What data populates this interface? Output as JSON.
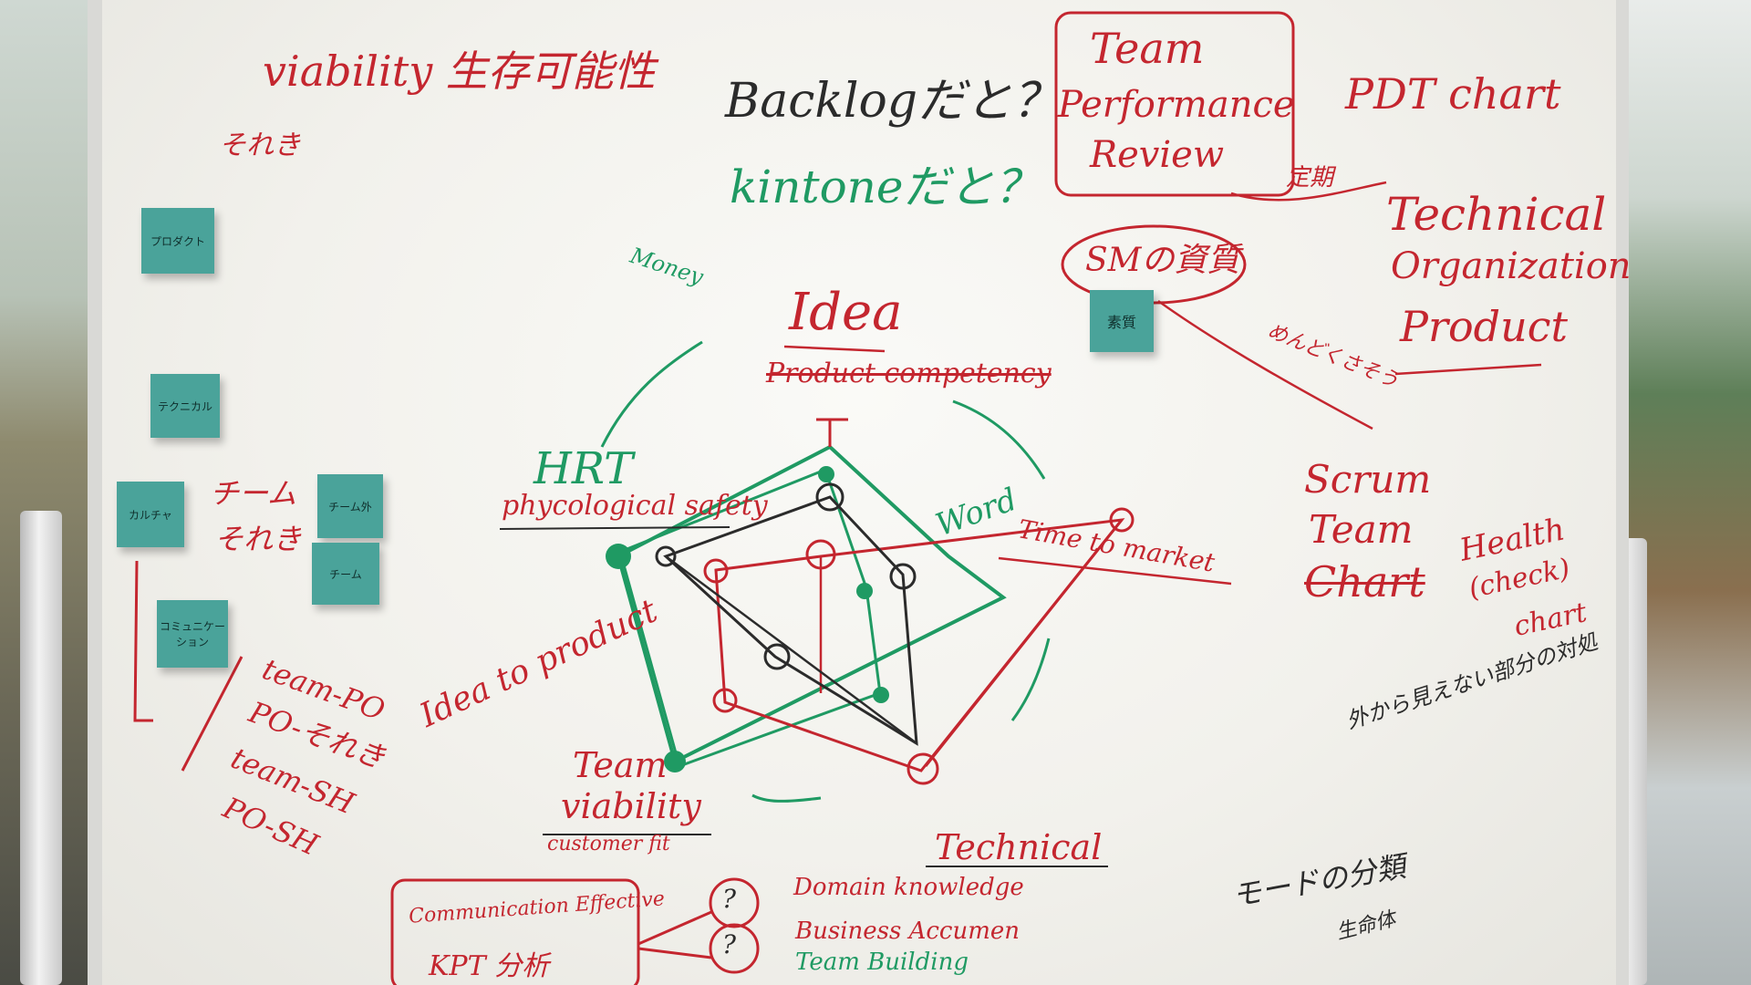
{
  "top": {
    "viability": "viability 生存可能性",
    "backlog": "Backlogだと？",
    "kintone": "kintoneだと？",
    "team_perf": [
      "Team",
      "Performance",
      "Review"
    ],
    "pdt_chart": "PDT chart",
    "soreki": "それき",
    "kinmu": "定期"
  },
  "right": {
    "technical": "Technical",
    "organization": "Organization",
    "product": "Product",
    "sm_shishitsu": "SMの資質",
    "sticky_shishitsu": "素質",
    "koneku": "めんどくさそう",
    "scrum": [
      "Scrum",
      "Team",
      "Chart"
    ],
    "health": [
      "Health",
      "(check)",
      "chart"
    ],
    "jp_note1": "外から見えない部分の対処",
    "jp_note2": "モードの分類",
    "jp_note3": "生命体"
  },
  "left": {
    "sticky": [
      "プロダクト",
      "テクニカル",
      "カルチャ",
      "チーム外",
      "チーム",
      "コミュニケーション"
    ],
    "team_soreki": [
      "チーム",
      "それき"
    ],
    "list": [
      "team-PO",
      "PO-それき",
      "team-SH",
      "PO-SH"
    ]
  },
  "chart": {
    "idea": "Idea",
    "product_competency": "Product competency",
    "money": "Money",
    "hrt": "HRT",
    "psych": "phycological safety",
    "idea_to_product": "Idea to product",
    "time_to_market": "Time to market",
    "word": "Word",
    "team_viability": [
      "Team",
      "viability"
    ],
    "customer_fit": "customer fit",
    "technical": "Technical"
  },
  "bottom": {
    "comm": "Communication Effective",
    "bottom_box": "KPT 分析",
    "question": "?",
    "domain": "Domain knowledge",
    "business": "Business Accumen",
    "team_building": "Team Building"
  },
  "colors": {
    "red": "#c4262f",
    "green": "#1f9a63",
    "black": "#2b2b2b",
    "sticky": "#4aa39a"
  }
}
